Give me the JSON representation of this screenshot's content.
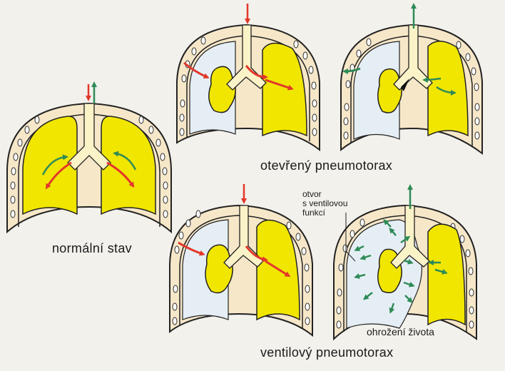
{
  "labels": {
    "normal": "normální stav",
    "open": "otevřený pneumotorax",
    "valve": "ventilový pneumotorax",
    "valve_opening_line1": "otvor",
    "valve_opening_line2": "s ventilovou",
    "valve_opening_line3": "funkcí",
    "life_threat": "ohrožení života"
  },
  "colors": {
    "background": "#f2f1ec",
    "chest_fill": "#f6e7c9",
    "lung": "#f1e600",
    "pleural_space": "#e6eef5",
    "trachea": "#fbf3c8",
    "outline": "#222222",
    "arrow_in": "#e2372a",
    "arrow_out": "#2e8b57"
  },
  "icons": {
    "inflow": "red-arrow-icon",
    "outflow": "green-arrow-icon"
  }
}
